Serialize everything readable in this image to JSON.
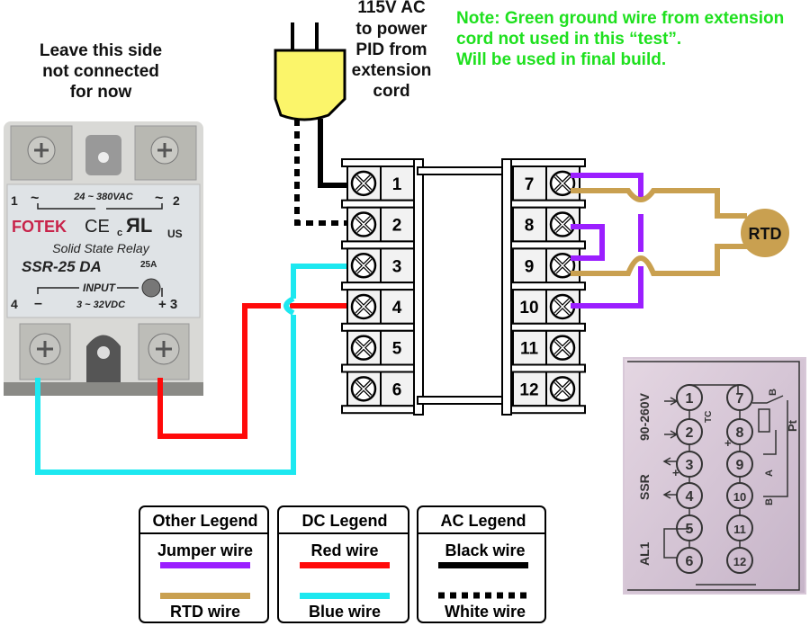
{
  "notes": {
    "leave_side": [
      "Leave this side",
      "not connected",
      "for now"
    ],
    "power": [
      "115V AC",
      "to power",
      "PID from",
      "extension",
      "cord"
    ],
    "green_note": [
      "Note:  Green ground wire from extension",
      "cord not used in this “test”.",
      "Will be used in final build."
    ]
  },
  "colors": {
    "jumper": "#9b1fff",
    "rtd": "#c9a050",
    "red": "#ff0a0a",
    "blue": "#1de8f0",
    "black": "#000000",
    "note_green": "#1ee01e",
    "plug_yellow": "#fbf56a"
  },
  "ssr": {
    "brand": "FOTEK",
    "ce": "CE",
    "ul_c": "c",
    "ul_us": "US",
    "type": "Solid State Relay",
    "model": "SSR-25 DA",
    "rating": "25A",
    "ac_range": "24 ~ 380VAC",
    "input_label": "INPUT",
    "dc_range": "3 ~ 32VDC",
    "t1": "1",
    "t2": "2",
    "t3": "+ 3",
    "t4": "4",
    "minus": "–",
    "tilde": "~"
  },
  "terminal_block": {
    "left": [
      "1",
      "2",
      "3",
      "4",
      "5",
      "6"
    ],
    "right": [
      "7",
      "8",
      "9",
      "10",
      "11",
      "12"
    ]
  },
  "rtd_label": "RTD",
  "legends": [
    {
      "title": "Other Legend",
      "items": [
        "Jumper wire",
        "RTD wire"
      ]
    },
    {
      "title": "DC Legend",
      "items": [
        "Red wire",
        "Blue wire"
      ]
    },
    {
      "title": "AC Legend",
      "items": [
        "Black wire",
        "White wire"
      ]
    }
  ],
  "pid_photo": {
    "voltage": "90-260V",
    "ssr": "SSR",
    "al1": "AL1",
    "tc": "TC",
    "pt": "Pt",
    "a": "A",
    "b": "B",
    "plus": "+",
    "minus": "–",
    "left": [
      "1",
      "2",
      "3",
      "4",
      "5",
      "6"
    ],
    "right": [
      "7",
      "8",
      "9",
      "10",
      "11",
      "12"
    ]
  }
}
